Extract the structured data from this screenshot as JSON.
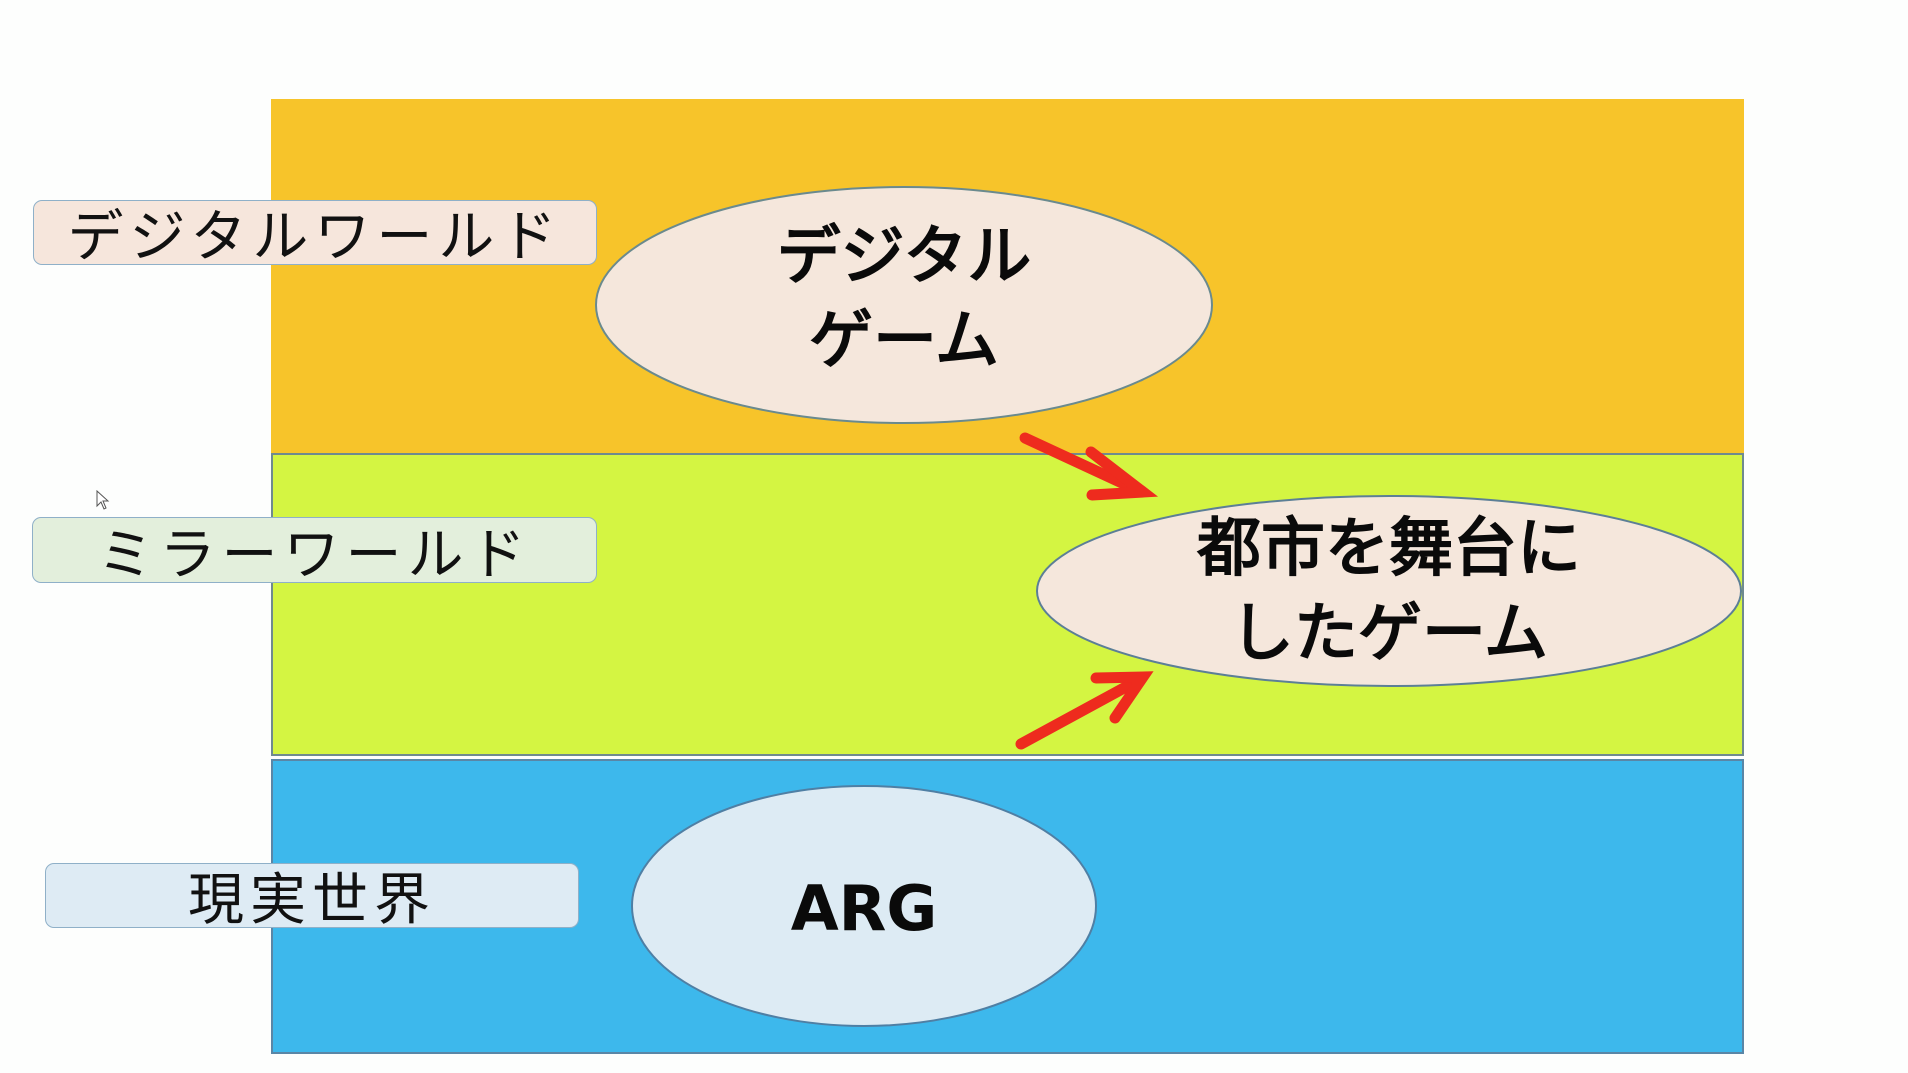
{
  "layers": [
    {
      "id": "digital",
      "label": "デジタルワールド",
      "color": "#f7c42a",
      "label_bg": "#f6e6dc"
    },
    {
      "id": "mirror",
      "label": "ミラーワールド",
      "color": "#d4f542",
      "label_bg": "#e3efdc"
    },
    {
      "id": "real",
      "label": "現実世界",
      "color": "#3db8ec",
      "label_bg": "#deebf4"
    }
  ],
  "nodes": {
    "digital_game": {
      "lines": [
        "デジタル",
        "ゲーム"
      ],
      "fill": "#f5e7dc"
    },
    "city_game": {
      "lines": [
        "都市を舞台に",
        "したゲーム"
      ],
      "fill": "#f5e7dc"
    },
    "arg": {
      "lines": [
        "ARG"
      ],
      "fill": "#ddebf4"
    }
  },
  "arrows": [
    {
      "from": "digital_game",
      "to": "city_game",
      "color": "#ee2b1e"
    },
    {
      "from": "arg",
      "to": "city_game",
      "color": "#ee2b1e"
    }
  ]
}
